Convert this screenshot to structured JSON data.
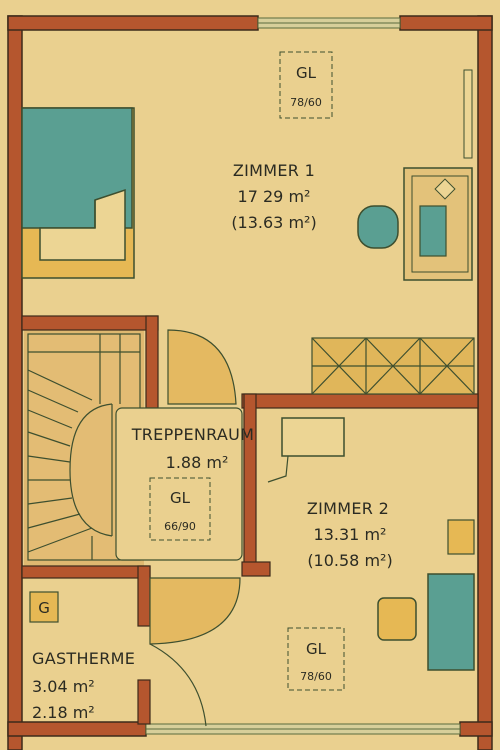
{
  "rooms": {
    "zimmer1": {
      "name": "ZIMMER 1",
      "area": "17 29 m²",
      "area_alt": "(13.63 m²)"
    },
    "treppenraum": {
      "name": "TREPPENRAUM",
      "area": "1.88 m²"
    },
    "zimmer2": {
      "name": "ZIMMER 2",
      "area": "13.31 m²",
      "area_alt": "(10.58 m²)"
    },
    "gastherme": {
      "name": "GASTHERME",
      "area": "3.04 m²",
      "area_alt": "2.18 m²"
    }
  },
  "windows": {
    "w1": {
      "label": "GL",
      "size": "78/60"
    },
    "w2": {
      "label": "GL",
      "size": "66/90"
    },
    "w3": {
      "label": "GL",
      "size": "78/60"
    }
  },
  "gas_symbol": "G",
  "colors": {
    "wall": "#b5562e",
    "floor": "#e8c98a",
    "accent_teal": "#5a9f92",
    "accent_gold": "#e0b654",
    "line": "#3d4f2f"
  }
}
